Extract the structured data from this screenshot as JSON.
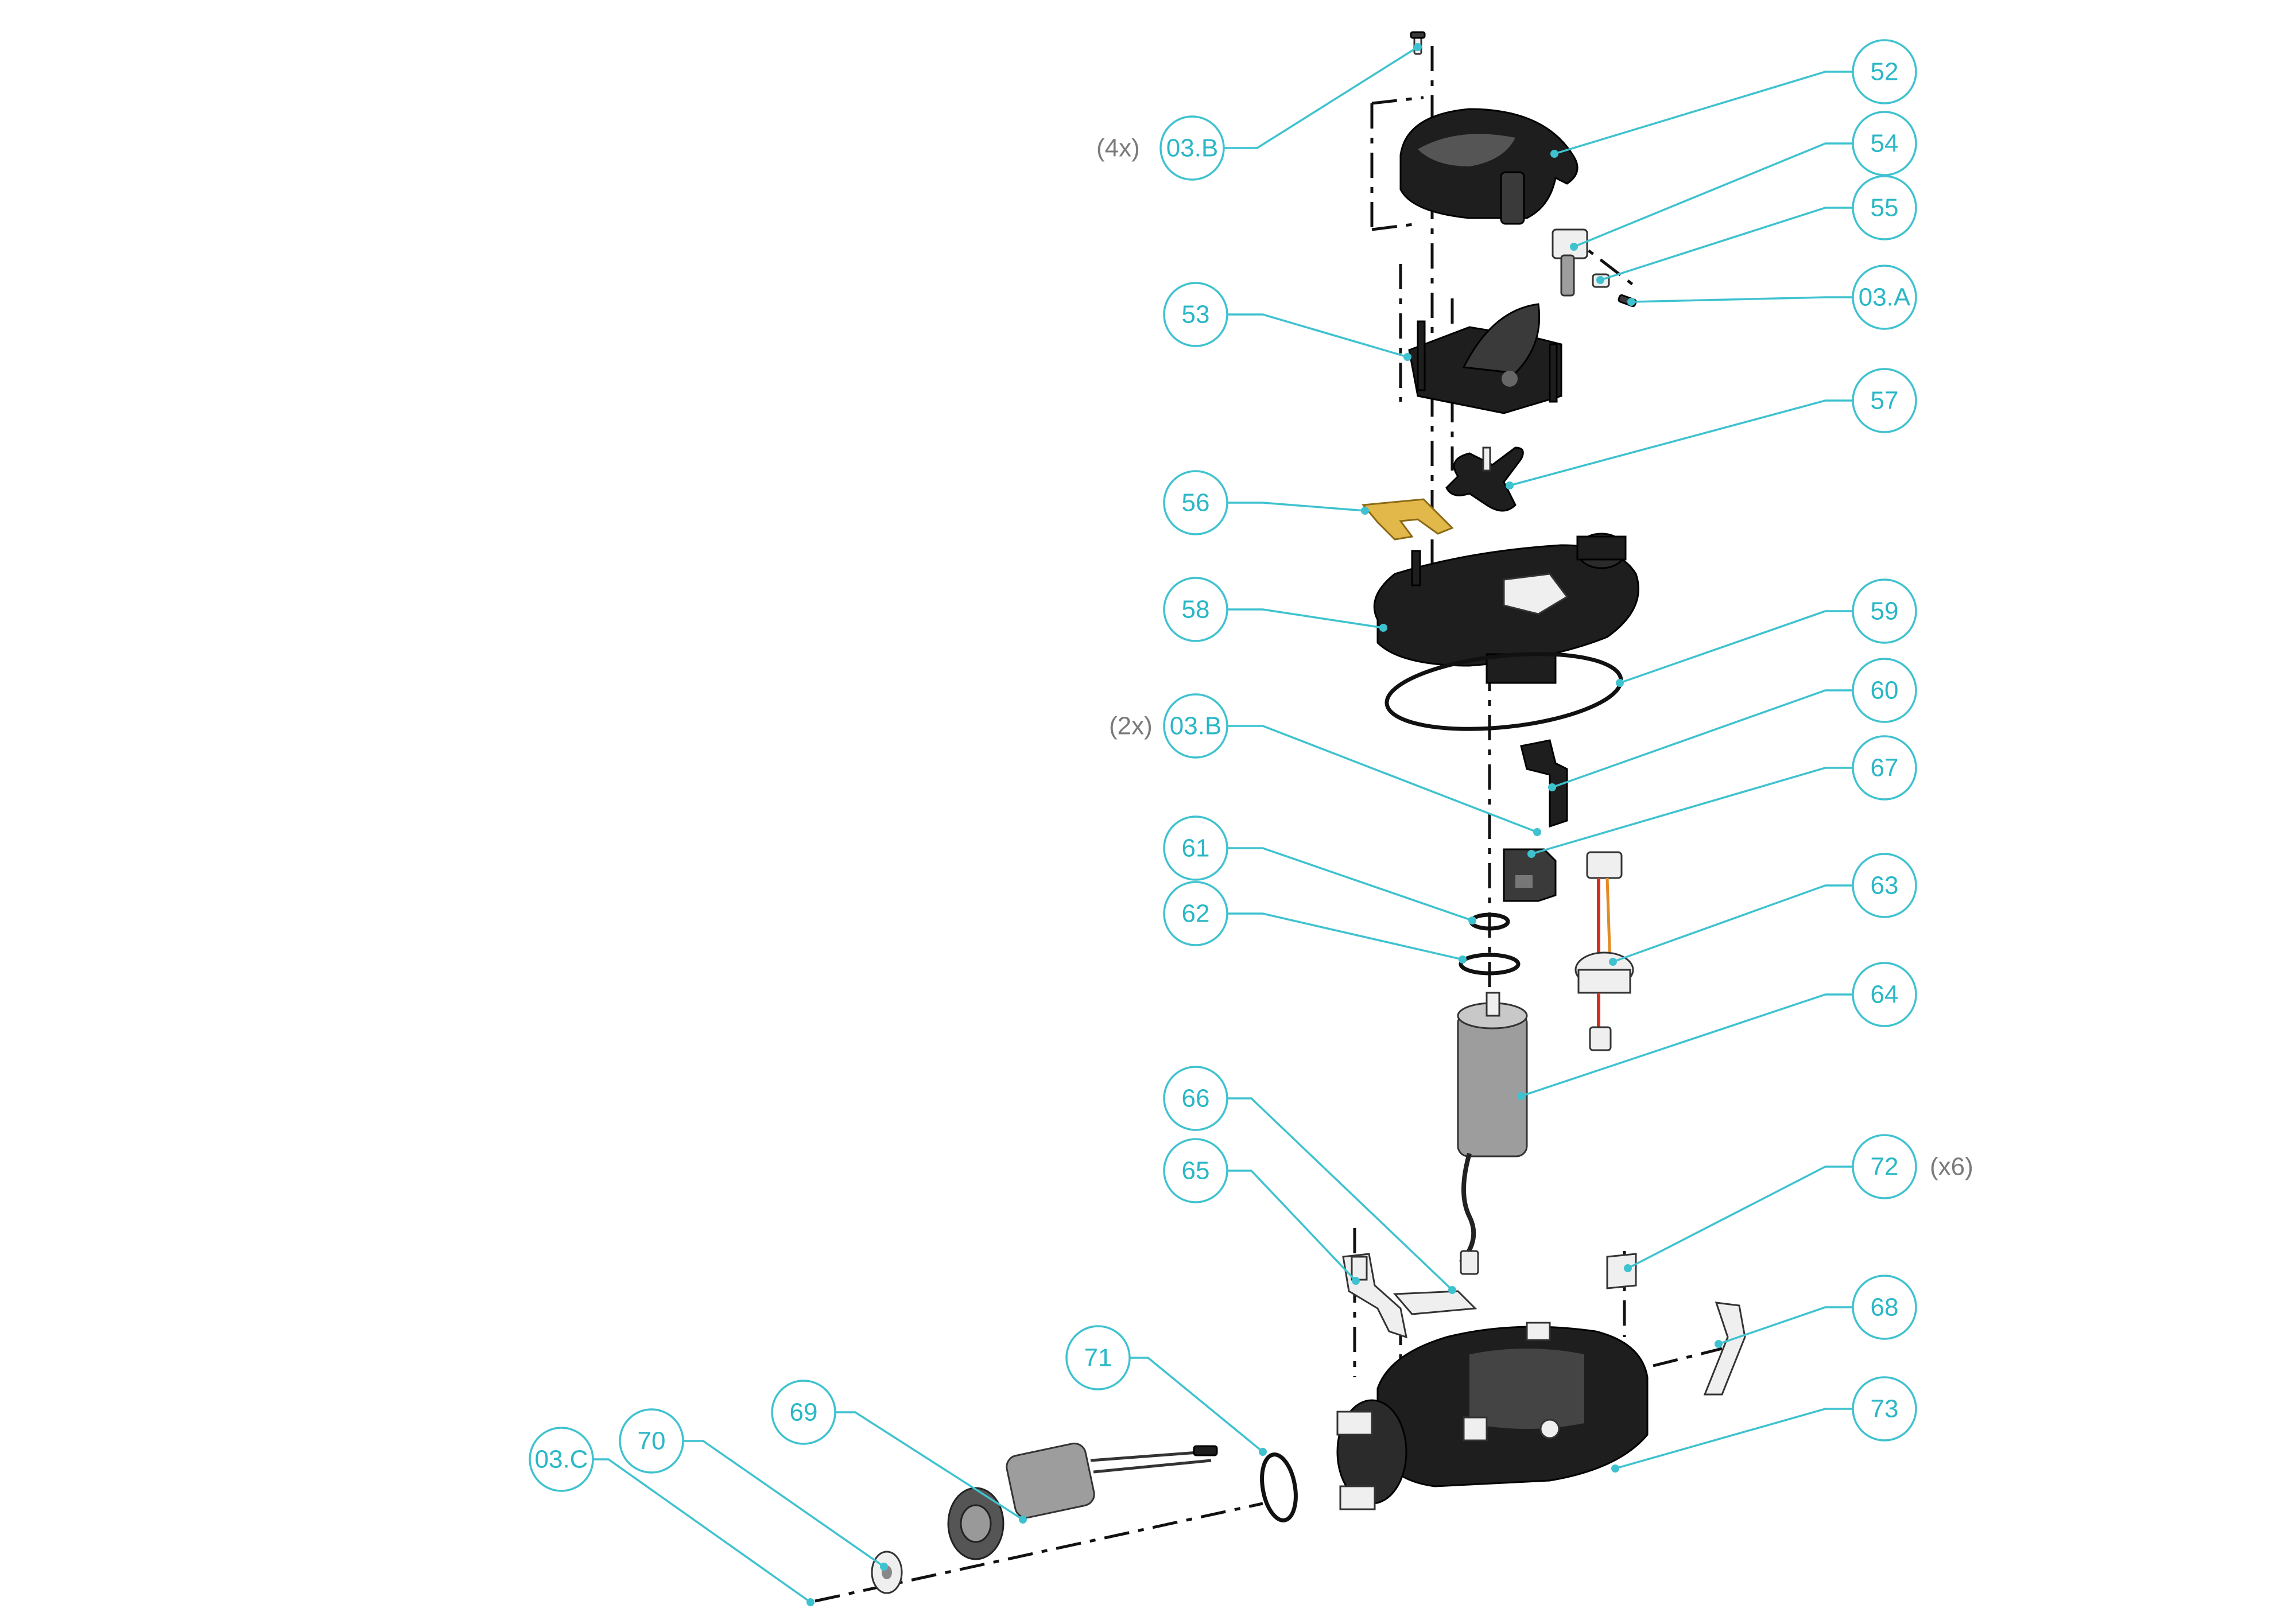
{
  "callouts": [
    {
      "id": "52",
      "label": "52"
    },
    {
      "id": "54",
      "label": "54"
    },
    {
      "id": "55",
      "label": "55"
    },
    {
      "id": "03a",
      "label": "03.A"
    },
    {
      "id": "03b-top",
      "label": "03.B",
      "qty": "(4x)"
    },
    {
      "id": "53",
      "label": "53"
    },
    {
      "id": "57",
      "label": "57"
    },
    {
      "id": "56",
      "label": "56"
    },
    {
      "id": "58",
      "label": "58"
    },
    {
      "id": "59",
      "label": "59"
    },
    {
      "id": "60",
      "label": "60"
    },
    {
      "id": "03b-mid",
      "label": "03.B",
      "qty": "(2x)"
    },
    {
      "id": "67",
      "label": "67"
    },
    {
      "id": "61",
      "label": "61"
    },
    {
      "id": "62",
      "label": "62"
    },
    {
      "id": "63",
      "label": "63"
    },
    {
      "id": "64",
      "label": "64"
    },
    {
      "id": "66",
      "label": "66"
    },
    {
      "id": "65",
      "label": "65"
    },
    {
      "id": "72",
      "label": "72",
      "qty": "(x6)"
    },
    {
      "id": "68",
      "label": "68"
    },
    {
      "id": "71",
      "label": "71"
    },
    {
      "id": "69",
      "label": "69"
    },
    {
      "id": "73",
      "label": "73"
    },
    {
      "id": "70",
      "label": "70"
    },
    {
      "id": "03c",
      "label": "03.C"
    }
  ],
  "colors": {
    "callout": "#3fc2cf",
    "callout_text": "#2ab7c6",
    "quantity_text": "#7a7a7a",
    "part_dark": "#1e1e1e",
    "part_yellow": "#e3b84a"
  }
}
